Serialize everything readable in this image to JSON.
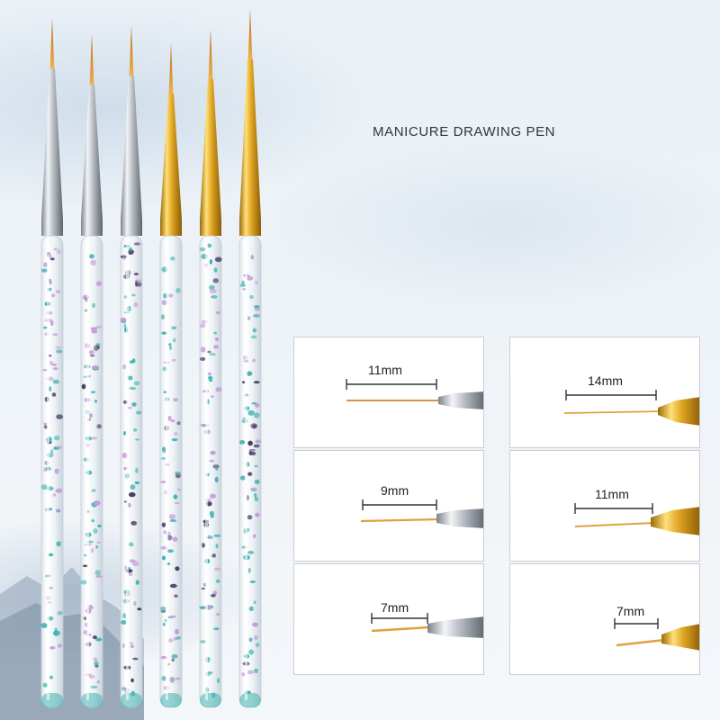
{
  "title": "MANICURE DRAWING PEN",
  "colors": {
    "silver_ferrule": "#c8ccd2",
    "gold_ferrule": "#d9a520",
    "bristle": "#e0a040",
    "glitter_teal": "#3fb2b0",
    "glitter_pink": "#c79ad8",
    "glitter_dark": "#4a3a66",
    "panel_border": "#c9ccd0"
  },
  "pens": [
    {
      "ferrule": "silver"
    },
    {
      "ferrule": "silver"
    },
    {
      "ferrule": "silver"
    },
    {
      "ferrule": "gold"
    },
    {
      "ferrule": "gold"
    },
    {
      "ferrule": "gold"
    }
  ],
  "panels": {
    "left": [
      {
        "label": "11mm",
        "ferrule": "silver"
      },
      {
        "label": "9mm",
        "ferrule": "silver"
      },
      {
        "label": "7mm",
        "ferrule": "silver"
      }
    ],
    "right": [
      {
        "label": "14mm",
        "ferrule": "gold"
      },
      {
        "label": "11mm",
        "ferrule": "gold"
      },
      {
        "label": "7mm",
        "ferrule": "gold"
      }
    ]
  }
}
